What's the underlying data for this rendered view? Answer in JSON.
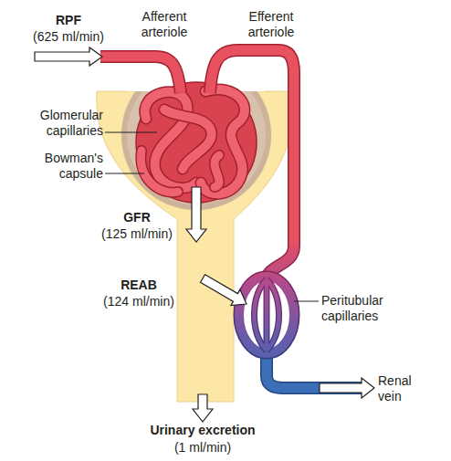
{
  "diagram": {
    "labels": [
      "RPF",
      "(625 ml/min)",
      "Afferent arteriole",
      "Efferent arteriole",
      "Glomerular capillaries",
      "Bowman's capsule",
      "GFR",
      "(125 ml/min)",
      "REAB",
      "(124 ml/min)",
      "Peritubular capillaries",
      "Renal vein",
      "Urinary excretion",
      "(1 ml/min)"
    ]
  }
}
